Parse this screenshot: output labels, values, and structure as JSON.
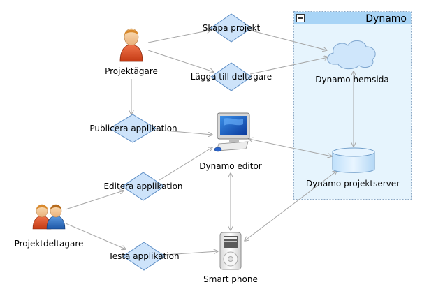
{
  "group": {
    "title": "Dynamo",
    "collapse_icon": "minus-box-icon"
  },
  "actors": {
    "owner": {
      "label": "Projektägare",
      "icon": "single-person-icon"
    },
    "participants": {
      "label": "Projektdeltagare",
      "icon": "two-people-icon"
    }
  },
  "actions": {
    "create_project": "Skapa projekt",
    "add_participant": "Lägga till deltagare",
    "publish_app": "Publicera applikation",
    "edit_app": "Editera applikation",
    "test_app": "Testa applikation"
  },
  "nodes": {
    "website": {
      "label": "Dynamo hemsida",
      "icon": "cloud-icon"
    },
    "editor": {
      "label": "Dynamo editor",
      "icon": "computer-icon"
    },
    "server": {
      "label": "Dynamo projektserver",
      "icon": "database-icon"
    },
    "phone": {
      "label": "Smart phone",
      "icon": "phone-icon"
    }
  },
  "colors": {
    "group_fill": "#e6f4fd",
    "group_header": "#a8d4f6",
    "group_border": "#8aa7c4",
    "diamond_fill": "#cde3fa",
    "diamond_stroke": "#5b8cc4",
    "edge": "#a6a6a6"
  }
}
